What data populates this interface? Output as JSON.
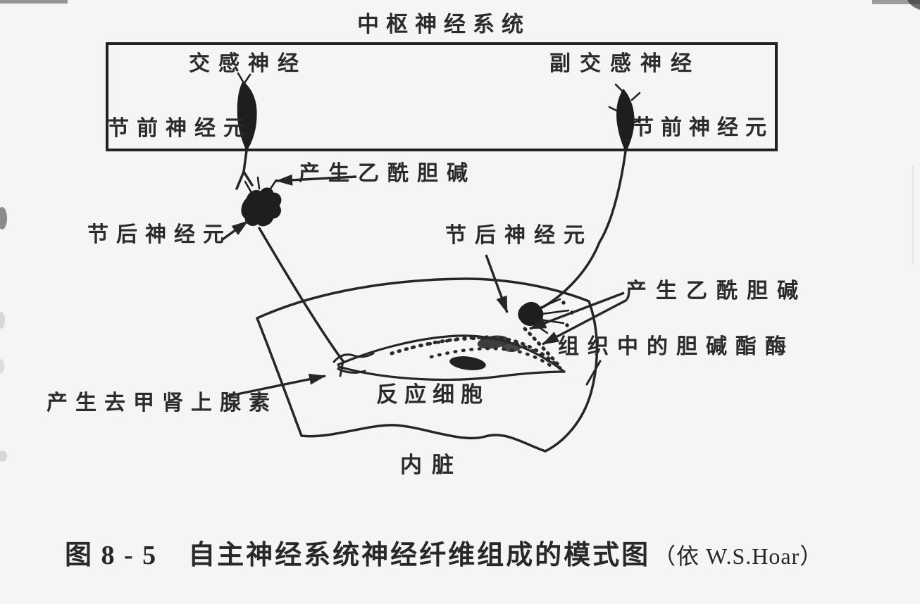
{
  "figure": {
    "title_top": "中枢神经系统",
    "labels": {
      "sympathetic": "交感神经",
      "parasympathetic": "副交感神经",
      "preganglionic_left": "节前神经元",
      "preganglionic_right": "节前神经元",
      "acetylcholine_left": "产生乙酰胆碱",
      "postganglionic_left": "节后神经元",
      "postganglionic_right": "节后神经元",
      "acetylcholine_right": "产生乙酰胆碱",
      "cholinesterase": "组织中的胆碱酯酶",
      "norepinephrine": "产生去甲肾上腺素",
      "reaction_cells": "反应细胞",
      "viscera": "内脏"
    },
    "caption": {
      "number": "图 8 - 5",
      "text": "自主神经系统神经纤维组成的模式图",
      "credit": "（依 W.S.Hoar）"
    },
    "colors": {
      "background": "#f5f5f3",
      "ink": "#262626"
    }
  }
}
